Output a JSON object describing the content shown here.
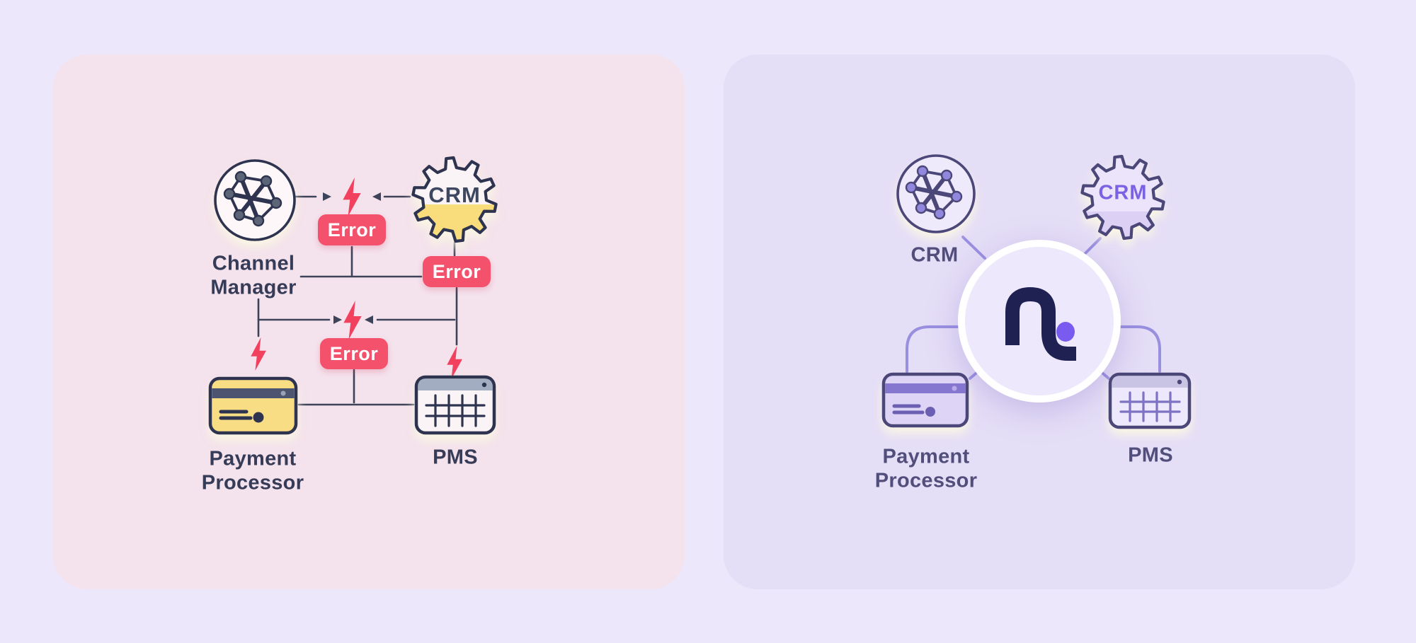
{
  "page": {
    "colors": {
      "background": "#ece7fa"
    }
  },
  "left_panel": {
    "nodes": {
      "channel_manager": {
        "line1": "Channel",
        "line2": "Manager",
        "icon": "network-icon"
      },
      "crm": {
        "label": "CRM",
        "icon": "gear-icon"
      },
      "payment_processor": {
        "line1": "Payment",
        "line2": "Processor",
        "icon": "credit-card-icon"
      },
      "pms": {
        "label": "PMS",
        "icon": "calendar-icon"
      }
    },
    "errors": [
      {
        "label": "Error"
      },
      {
        "label": "Error"
      },
      {
        "label": "Error"
      }
    ],
    "bolt_icon": "lightning-bolt-icon",
    "colors": {
      "bg": "#f4e2ec",
      "ink": "#2e3450",
      "node": "#5c6478",
      "line": "#3d4358",
      "grid": "#2e3450",
      "label": "#363c57",
      "error_bg": "#f4516c",
      "error_text": "#ffffff",
      "bolt": "#f2415f",
      "gear_fill": "#fbf4f7",
      "gear_bottom": "#f9dc7c",
      "gear_text": "#3d4760",
      "network_fill": "#fdf7fa",
      "card_fill": "#f9dd84",
      "card_stripe": "#4d5470",
      "stripe_dot": "#9aa2b5",
      "card_ink": "#2e3450",
      "cal_fill": "#faf4f7",
      "cal_header": "#a2adc2"
    }
  },
  "right_panel": {
    "nodes": {
      "crm_network": {
        "label": "CRM",
        "icon": "network-icon"
      },
      "crm_gear": {
        "label": "CRM",
        "icon": "gear-icon"
      },
      "payment_processor": {
        "line1": "Payment",
        "line2": "Processor",
        "icon": "credit-card-icon"
      },
      "pms": {
        "label": "PMS",
        "icon": "calendar-icon"
      }
    },
    "hub": {
      "logo_text": "n.",
      "icon": "n-logo"
    },
    "colors": {
      "bg": "#e5def7",
      "ink": "#4b4778",
      "node": "#9187dc",
      "line": "#998fdf",
      "grid": "#7d72c4",
      "label": "#514e7c",
      "gear_fill": "#ebe4fa",
      "gear_bottom": "#ddd0f5",
      "gear_text": "#7a63e2",
      "network_fill": "#eee9fb",
      "card_fill": "#ded4f6",
      "card_stripe": "#8577cf",
      "stripe_dot": "#b9abe9",
      "card_ink": "#6a5fb2",
      "cal_fill": "#ede8fb",
      "cal_header": "#c9c4e4",
      "hub_fill": "#ede8fb",
      "hub_ring": "#ffffff",
      "logo": "#1e2152",
      "logo_dot": "#7a5bf0"
    }
  }
}
